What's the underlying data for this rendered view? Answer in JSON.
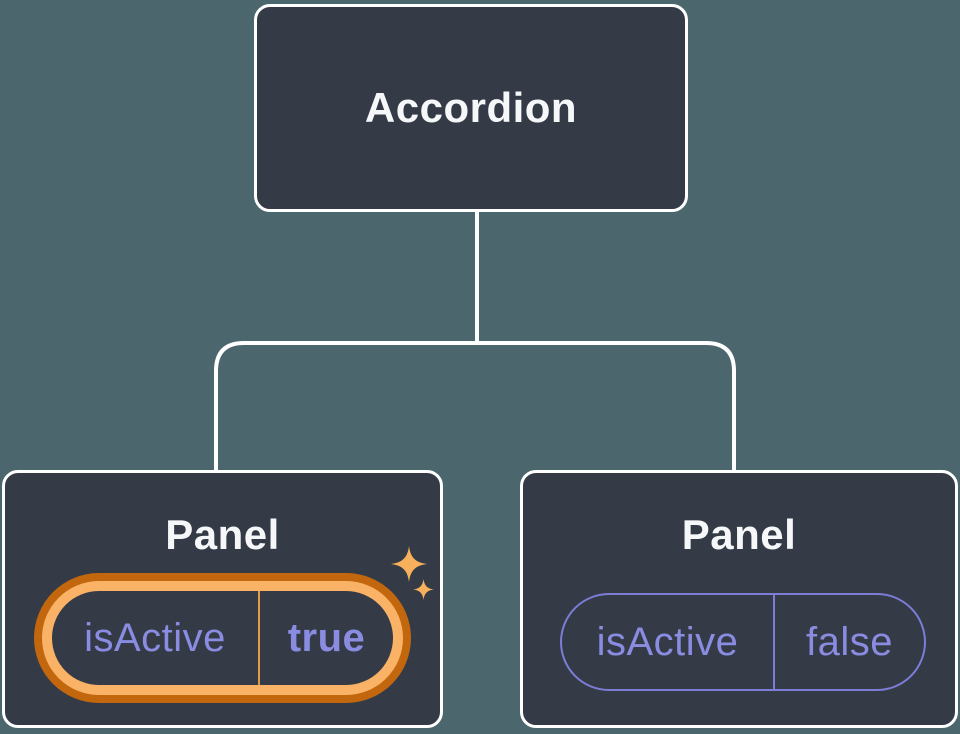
{
  "diagram": {
    "description": "React component tree: Accordion parent passing isActive prop to two Panel children",
    "root": {
      "title": "Accordion"
    },
    "children": [
      {
        "title": "Panel",
        "prop_name": "isActive",
        "prop_value": "true",
        "highlighted": true
      },
      {
        "title": "Panel",
        "prop_name": "isActive",
        "prop_value": "false",
        "highlighted": false
      }
    ]
  },
  "icons": {
    "sparkles": "sparkles-icon"
  },
  "colors": {
    "background": "#4C666E",
    "node_fill": "#343B47",
    "node_border": "#FFFFFF",
    "connector": "#FFFFFF",
    "title_text": "#F6F7F9",
    "prop_text": "#8A8CE2",
    "prop_pill_border": "#7B7DD6",
    "highlight_outer": "#C2670E",
    "highlight_inner": "#F9B266",
    "highlight_divider": "#E19C43",
    "sparkle": "#F7B05C"
  }
}
